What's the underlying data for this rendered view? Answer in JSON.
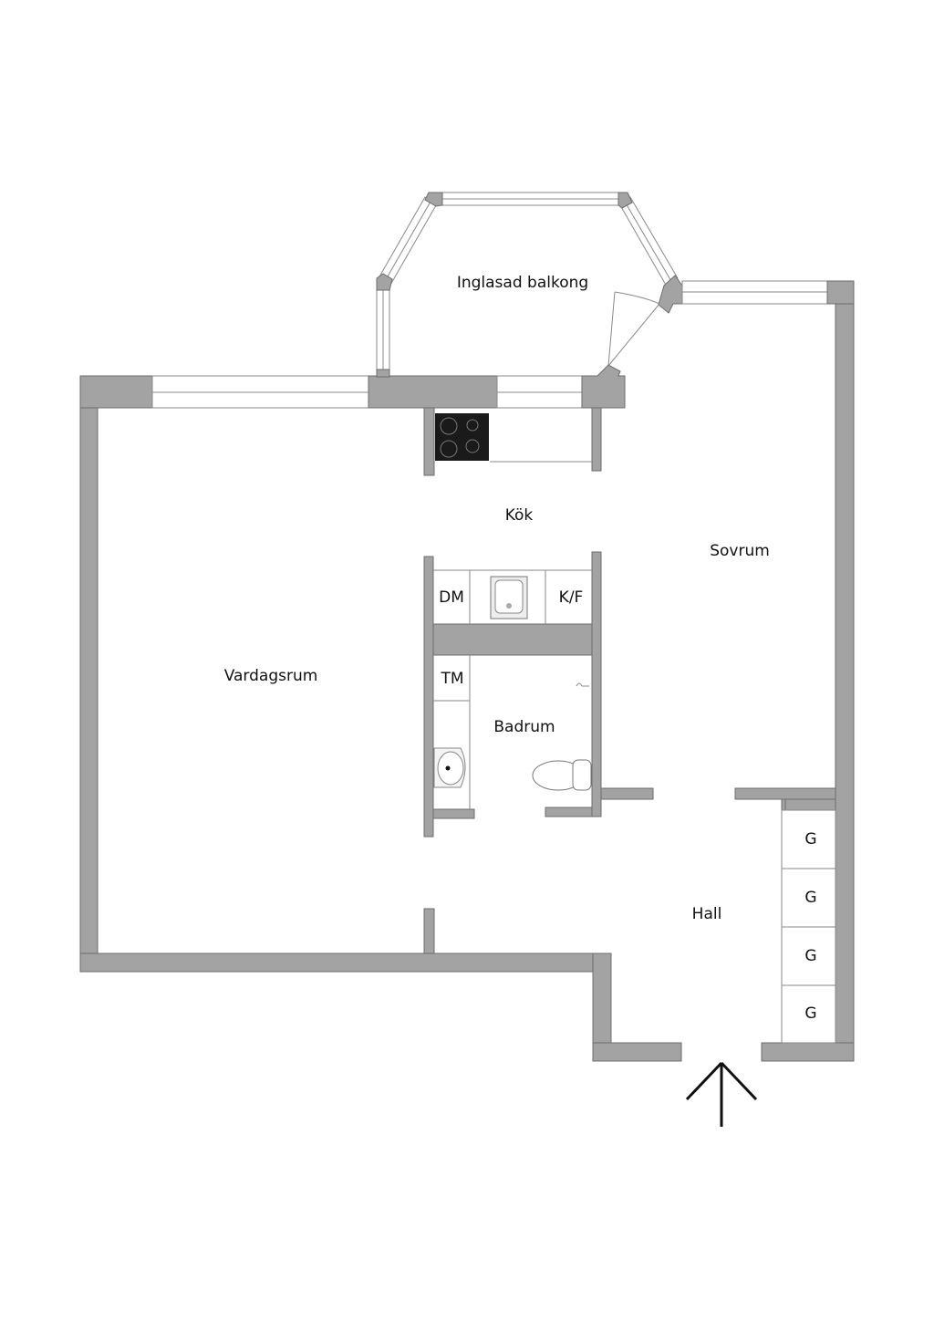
{
  "rooms": {
    "balcony": "Inglasad balkong",
    "kitchen": "Kök",
    "bedroom": "Sovrum",
    "living": "Vardagsrum",
    "bathroom": "Badrum",
    "hall": "Hall"
  },
  "fixtures": {
    "dishwasher": "DM",
    "fridge_freezer": "K/F",
    "washing_machine": "TM",
    "wardrobes": [
      "G",
      "G",
      "G",
      "G"
    ]
  },
  "colors": {
    "wall": "#a3a3a3",
    "stove": "#1a1a1a"
  }
}
